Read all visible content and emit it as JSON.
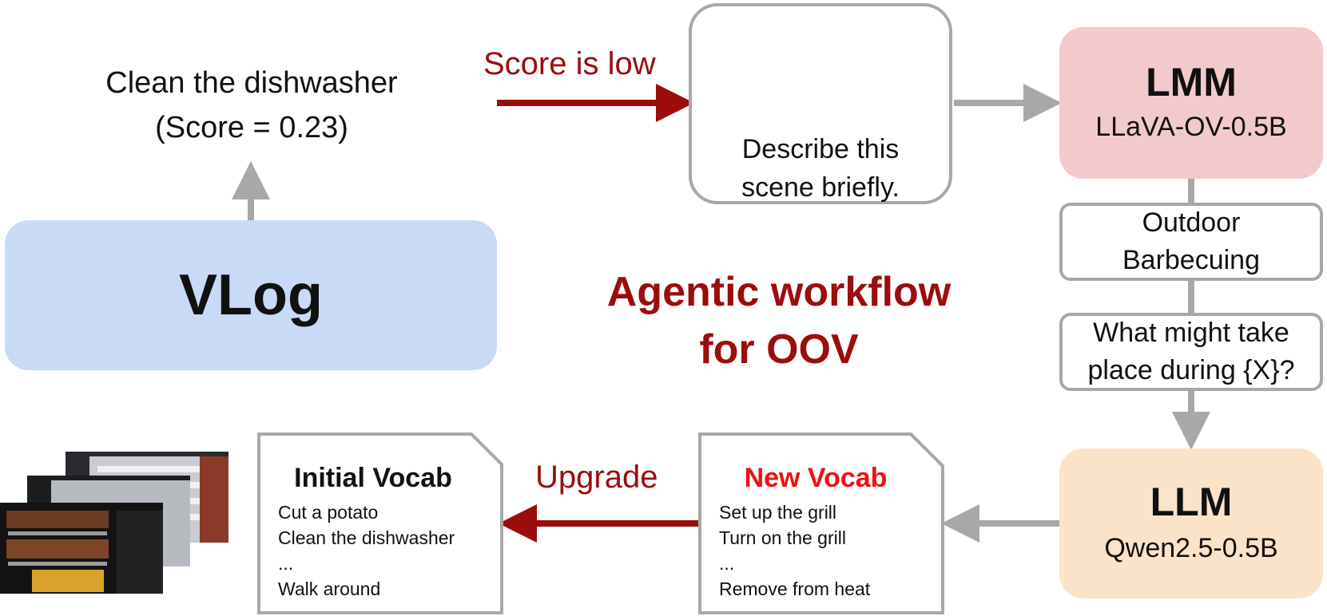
{
  "vlog": {
    "title": "VLog"
  },
  "task": {
    "line1": "Clean the dishwasher",
    "line2": "(Score = 0.23)"
  },
  "labels": {
    "score_low": "Score is low",
    "upgrade": "Upgrade"
  },
  "center_title": {
    "line1": "Agentic workflow",
    "line2": "for OOV"
  },
  "prompt": {
    "line1": "Describe this",
    "line2": "scene briefly."
  },
  "lmm": {
    "title": "LMM",
    "model": "LLaVA-OV-0.5B"
  },
  "scene": {
    "line1": "Outdoor",
    "line2": "Barbecuing"
  },
  "question": {
    "line1": "What might take",
    "line2": "place during {X}?"
  },
  "llm": {
    "title": "LLM",
    "model": "Qwen2.5-0.5B"
  },
  "initial_vocab": {
    "title": "Initial Vocab",
    "items": [
      "Cut a potato",
      "Clean the dishwasher",
      "...",
      "Walk around"
    ]
  },
  "new_vocab": {
    "title": "New Vocab",
    "items": [
      "Set up the grill",
      "Turn on the grill",
      "...",
      "Remove from heat"
    ]
  },
  "colors": {
    "accent_red": "#9b0d0d",
    "new_vocab_red": "#ee1111",
    "vlog_blue": "#c9daf7",
    "lmm_pink": "#f3cacb",
    "llm_orange": "#fbe3ca",
    "arrow_gray": "#a8a8a8"
  }
}
